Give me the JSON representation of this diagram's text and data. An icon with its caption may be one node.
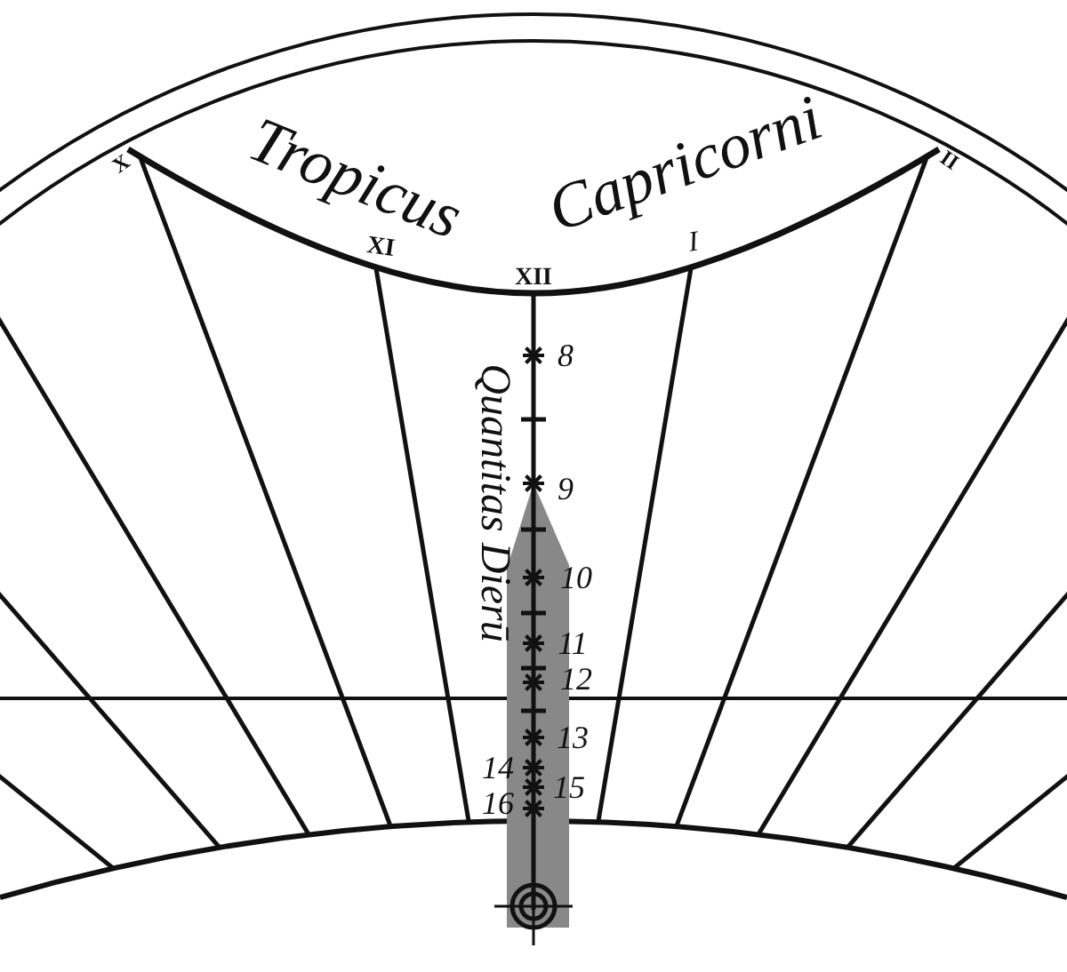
{
  "diagram": {
    "labels": [
      "X",
      "Tropicus",
      "Capricorni",
      "II",
      "XI",
      "XII",
      "I",
      "8",
      "Quantitas Dierū",
      "9",
      "10",
      "11",
      "12",
      "13",
      "14",
      "15",
      "16"
    ]
  }
}
